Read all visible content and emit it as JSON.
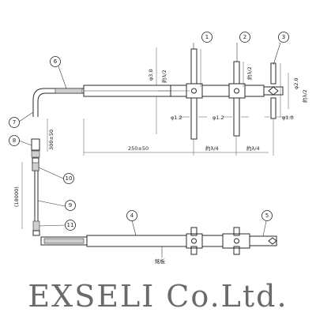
{
  "dimensions": {
    "d30": "φ3.0",
    "d12_a": "φ1.2",
    "d12_b": "φ1.2",
    "d20": "φ2.0",
    "d10": "φ1.0",
    "lambda_half_1": "約λ/2",
    "lambda_half_2": "約λ/2",
    "lambda_half_3": "約λ/2",
    "lambda_quarter_1": "約λ/4",
    "lambda_quarter_2": "約λ/4",
    "len_250": "250±50",
    "len_300": "300±50",
    "len_18000": "(18000)"
  },
  "balloons": [
    "1",
    "2",
    "3",
    "4",
    "5",
    "6",
    "7",
    "8",
    "9",
    "10",
    "11"
  ],
  "labels": {
    "note": "銘板"
  },
  "brand": {
    "text": "EXSELI Co.Ltd."
  }
}
